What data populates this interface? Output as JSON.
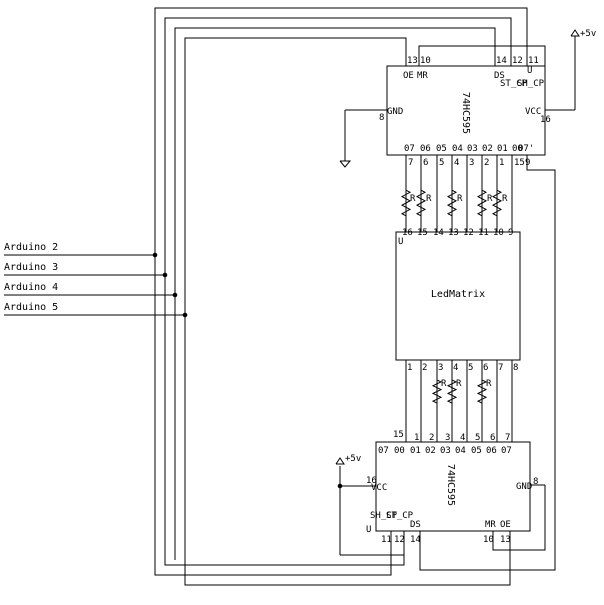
{
  "colors": {
    "line": "#000000",
    "background": "#ffffff"
  },
  "arduino": [
    "Arduino 2",
    "Arduino 3",
    "Arduino 4",
    "Arduino 5"
  ],
  "power": {
    "top": "+5v",
    "bottom": "+5v"
  },
  "top_chip": {
    "name": "74HC595",
    "top_pin_numbers": [
      "13",
      "10",
      "14",
      "12",
      "11"
    ],
    "top_pin_labels": [
      "OE",
      "MR",
      "DS",
      "ST_CP",
      "SH_CP"
    ],
    "gnd_label": "GND",
    "gnd_pin": "8",
    "vcc_label": "VCC",
    "vcc_pin": "16",
    "orientation_mark": "U",
    "output_labels": [
      "07",
      "06",
      "05",
      "04",
      "03",
      "02",
      "01",
      "00"
    ],
    "q7s_label": "07'",
    "output_pins": [
      "7",
      "6",
      "5",
      "4",
      "3",
      "2",
      "1",
      "15"
    ],
    "q7s_pin": "9"
  },
  "resistor_label": "R",
  "matrix": {
    "name": "LedMatrix",
    "orientation_mark": "U",
    "top_pins": [
      "16",
      "15",
      "14",
      "13",
      "12",
      "11",
      "10",
      "9"
    ],
    "bottom_pins": [
      "1",
      "2",
      "3",
      "4",
      "5",
      "6",
      "7",
      "8"
    ]
  },
  "bottom_chip": {
    "name": "74HC595",
    "q0_pin": "15",
    "top_pins": [
      "1",
      "2",
      "3",
      "4",
      "5",
      "6",
      "7"
    ],
    "output_labels": [
      "07",
      "00",
      "01",
      "02",
      "03",
      "04",
      "05",
      "06",
      "07"
    ],
    "vcc_label": "VCC",
    "vcc_pin": "16",
    "gnd_label": "GND",
    "gnd_pin": "8",
    "bottom_labels": [
      "SH_CP",
      "ST_CP",
      "DS",
      "MR",
      "OE"
    ],
    "bottom_pins": [
      "11",
      "12",
      "14",
      "10",
      "13"
    ],
    "orientation_mark": "U"
  }
}
